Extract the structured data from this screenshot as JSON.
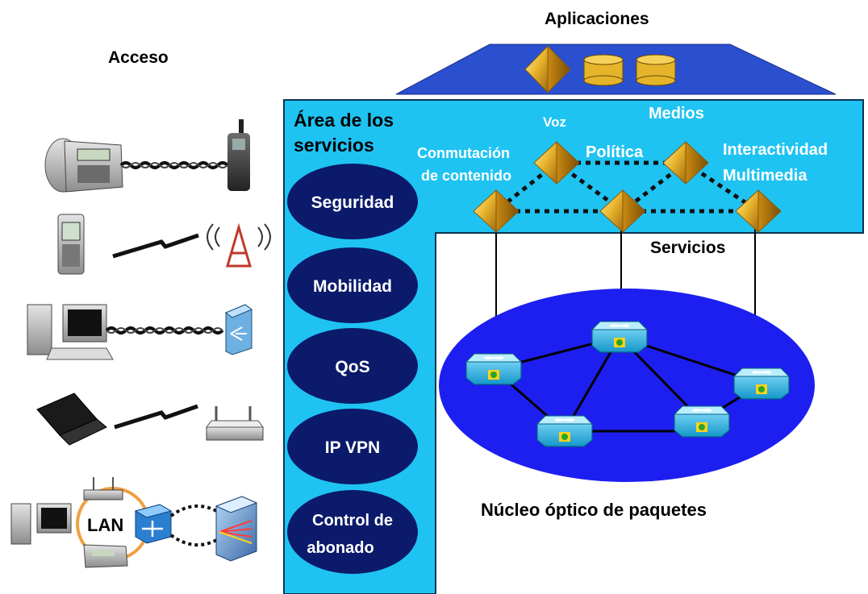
{
  "titles": {
    "access": "Acceso",
    "applications": "Aplicaciones",
    "services_area_line1": "Área de los",
    "services_area_line2": "servicios",
    "services": "Servicios",
    "core": "Núcleo óptico de paquetes"
  },
  "service_labels": {
    "voz": "Voz",
    "medios": "Medios",
    "conmutacion_line1": "Conmutación",
    "conmutacion_line2": "de contenido",
    "politica": "Política",
    "interactividad": "Interactividad",
    "multimedia": "Multimedia"
  },
  "service_ovals": [
    {
      "line1": "Seguridad",
      "line2": ""
    },
    {
      "line1": "Mobilidad",
      "line2": ""
    },
    {
      "line1": "QoS",
      "line2": ""
    },
    {
      "line1": "IP VPN",
      "line2": ""
    },
    {
      "line1": "Control de",
      "line2": "abonado"
    }
  ],
  "lan_label": "LAN",
  "colors": {
    "services_panel": "#1fc3f2",
    "app_trapezoid": "#2a4fcf",
    "core_oval": "#1d1ff0",
    "service_oval": "#0b1a6a",
    "router_fill": "#29b6e8",
    "gold": "#e6b42a"
  },
  "icons": {
    "access_rows": [
      "ip-phone-icon",
      "mobile-phone-icon",
      "pda-icon",
      "radio-tower-icon",
      "pc-icon",
      "access-switch-icon",
      "laptop-icon",
      "wireless-router-icon",
      "lan-switch-icon",
      "optical-device-icon"
    ]
  }
}
